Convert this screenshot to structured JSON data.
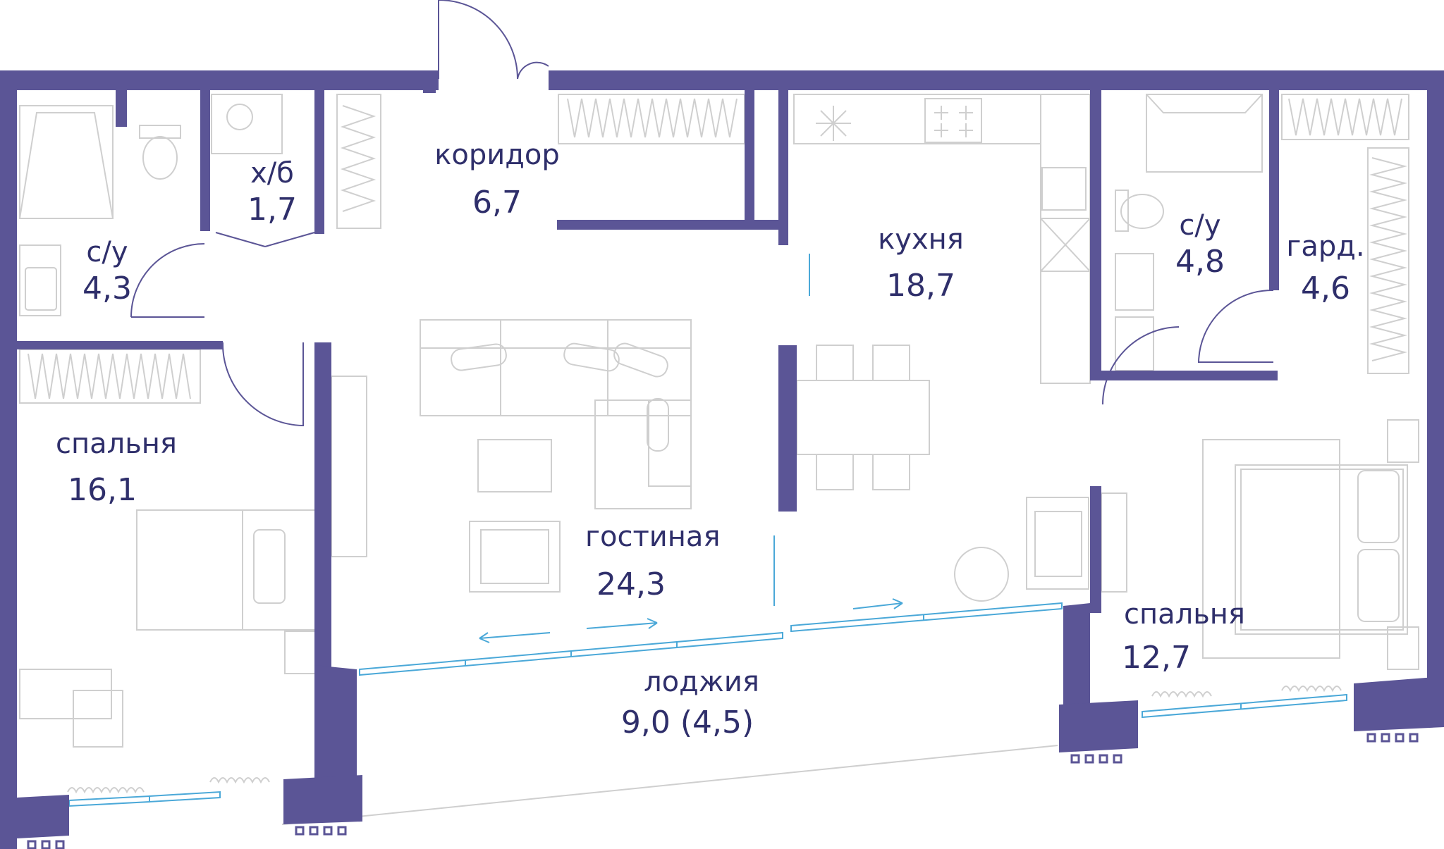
{
  "colors": {
    "wall": "#5b5596",
    "furniture": "#cfcfcf",
    "glass": "#4aa8d8",
    "text": "#2f2f6b"
  },
  "rooms": [
    {
      "id": "corridor",
      "name": "коридор",
      "area": "6,7"
    },
    {
      "id": "storage",
      "name": "х/б",
      "area": "1,7"
    },
    {
      "id": "bath1",
      "name": "с/у",
      "area": "4,3"
    },
    {
      "id": "kitchen",
      "name": "кухня",
      "area": "18,7"
    },
    {
      "id": "bath2",
      "name": "с/у",
      "area": "4,8"
    },
    {
      "id": "wardrobe",
      "name": "гард.",
      "area": "4,6"
    },
    {
      "id": "bedroom1",
      "name": "спальня",
      "area": "16,1"
    },
    {
      "id": "living",
      "name": "гостиная",
      "area": "24,3"
    },
    {
      "id": "bedroom2",
      "name": "спальня",
      "area": "12,7"
    },
    {
      "id": "loggia",
      "name": "лоджия",
      "area": "9,0 (4,5)"
    }
  ],
  "icons": [
    "toilet-icon",
    "sink-icon",
    "washing-machine-icon",
    "fridge-icon",
    "cooktop-icon",
    "shower-icon",
    "bathtub-icon",
    "sofa-icon",
    "bed-icon",
    "dining-table-icon",
    "armchair-icon",
    "radiator-icon",
    "door-icon"
  ]
}
